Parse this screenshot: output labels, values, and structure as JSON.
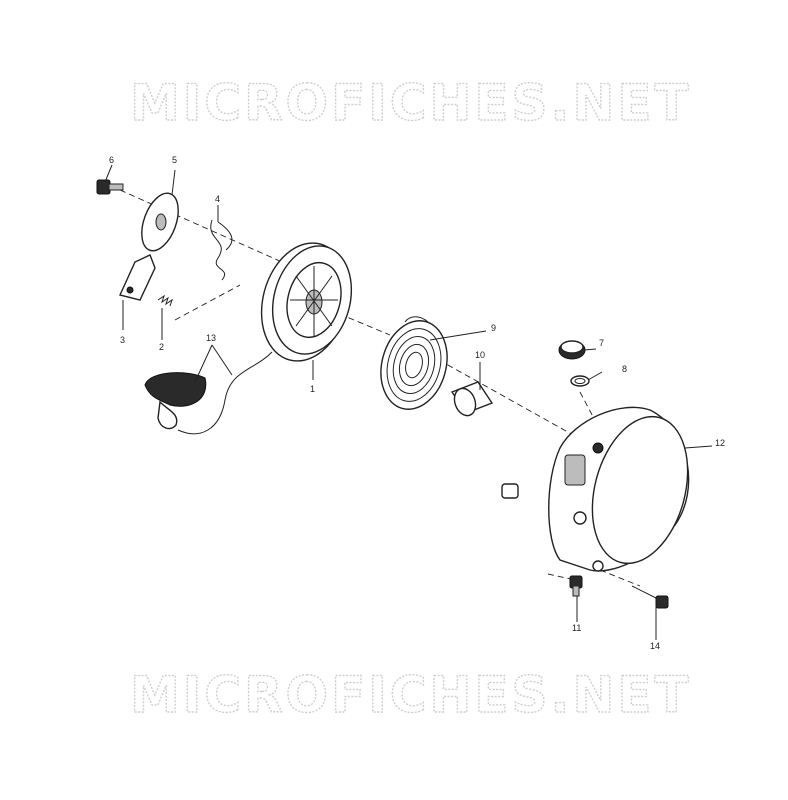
{
  "watermark": {
    "text": "MICROFICHES.NET"
  },
  "callouts": [
    {
      "id": "1",
      "text": "1"
    },
    {
      "id": "2",
      "text": "2"
    },
    {
      "id": "3",
      "text": "3"
    },
    {
      "id": "4",
      "text": "4"
    },
    {
      "id": "5",
      "text": "5"
    },
    {
      "id": "6",
      "text": "6"
    },
    {
      "id": "7",
      "text": "7"
    },
    {
      "id": "8",
      "text": "8"
    },
    {
      "id": "9",
      "text": "9"
    },
    {
      "id": "10",
      "text": "10"
    },
    {
      "id": "11",
      "text": "11"
    },
    {
      "id": "12",
      "text": "12"
    },
    {
      "id": "13",
      "text": "13"
    },
    {
      "id": "14",
      "text": "14"
    }
  ]
}
